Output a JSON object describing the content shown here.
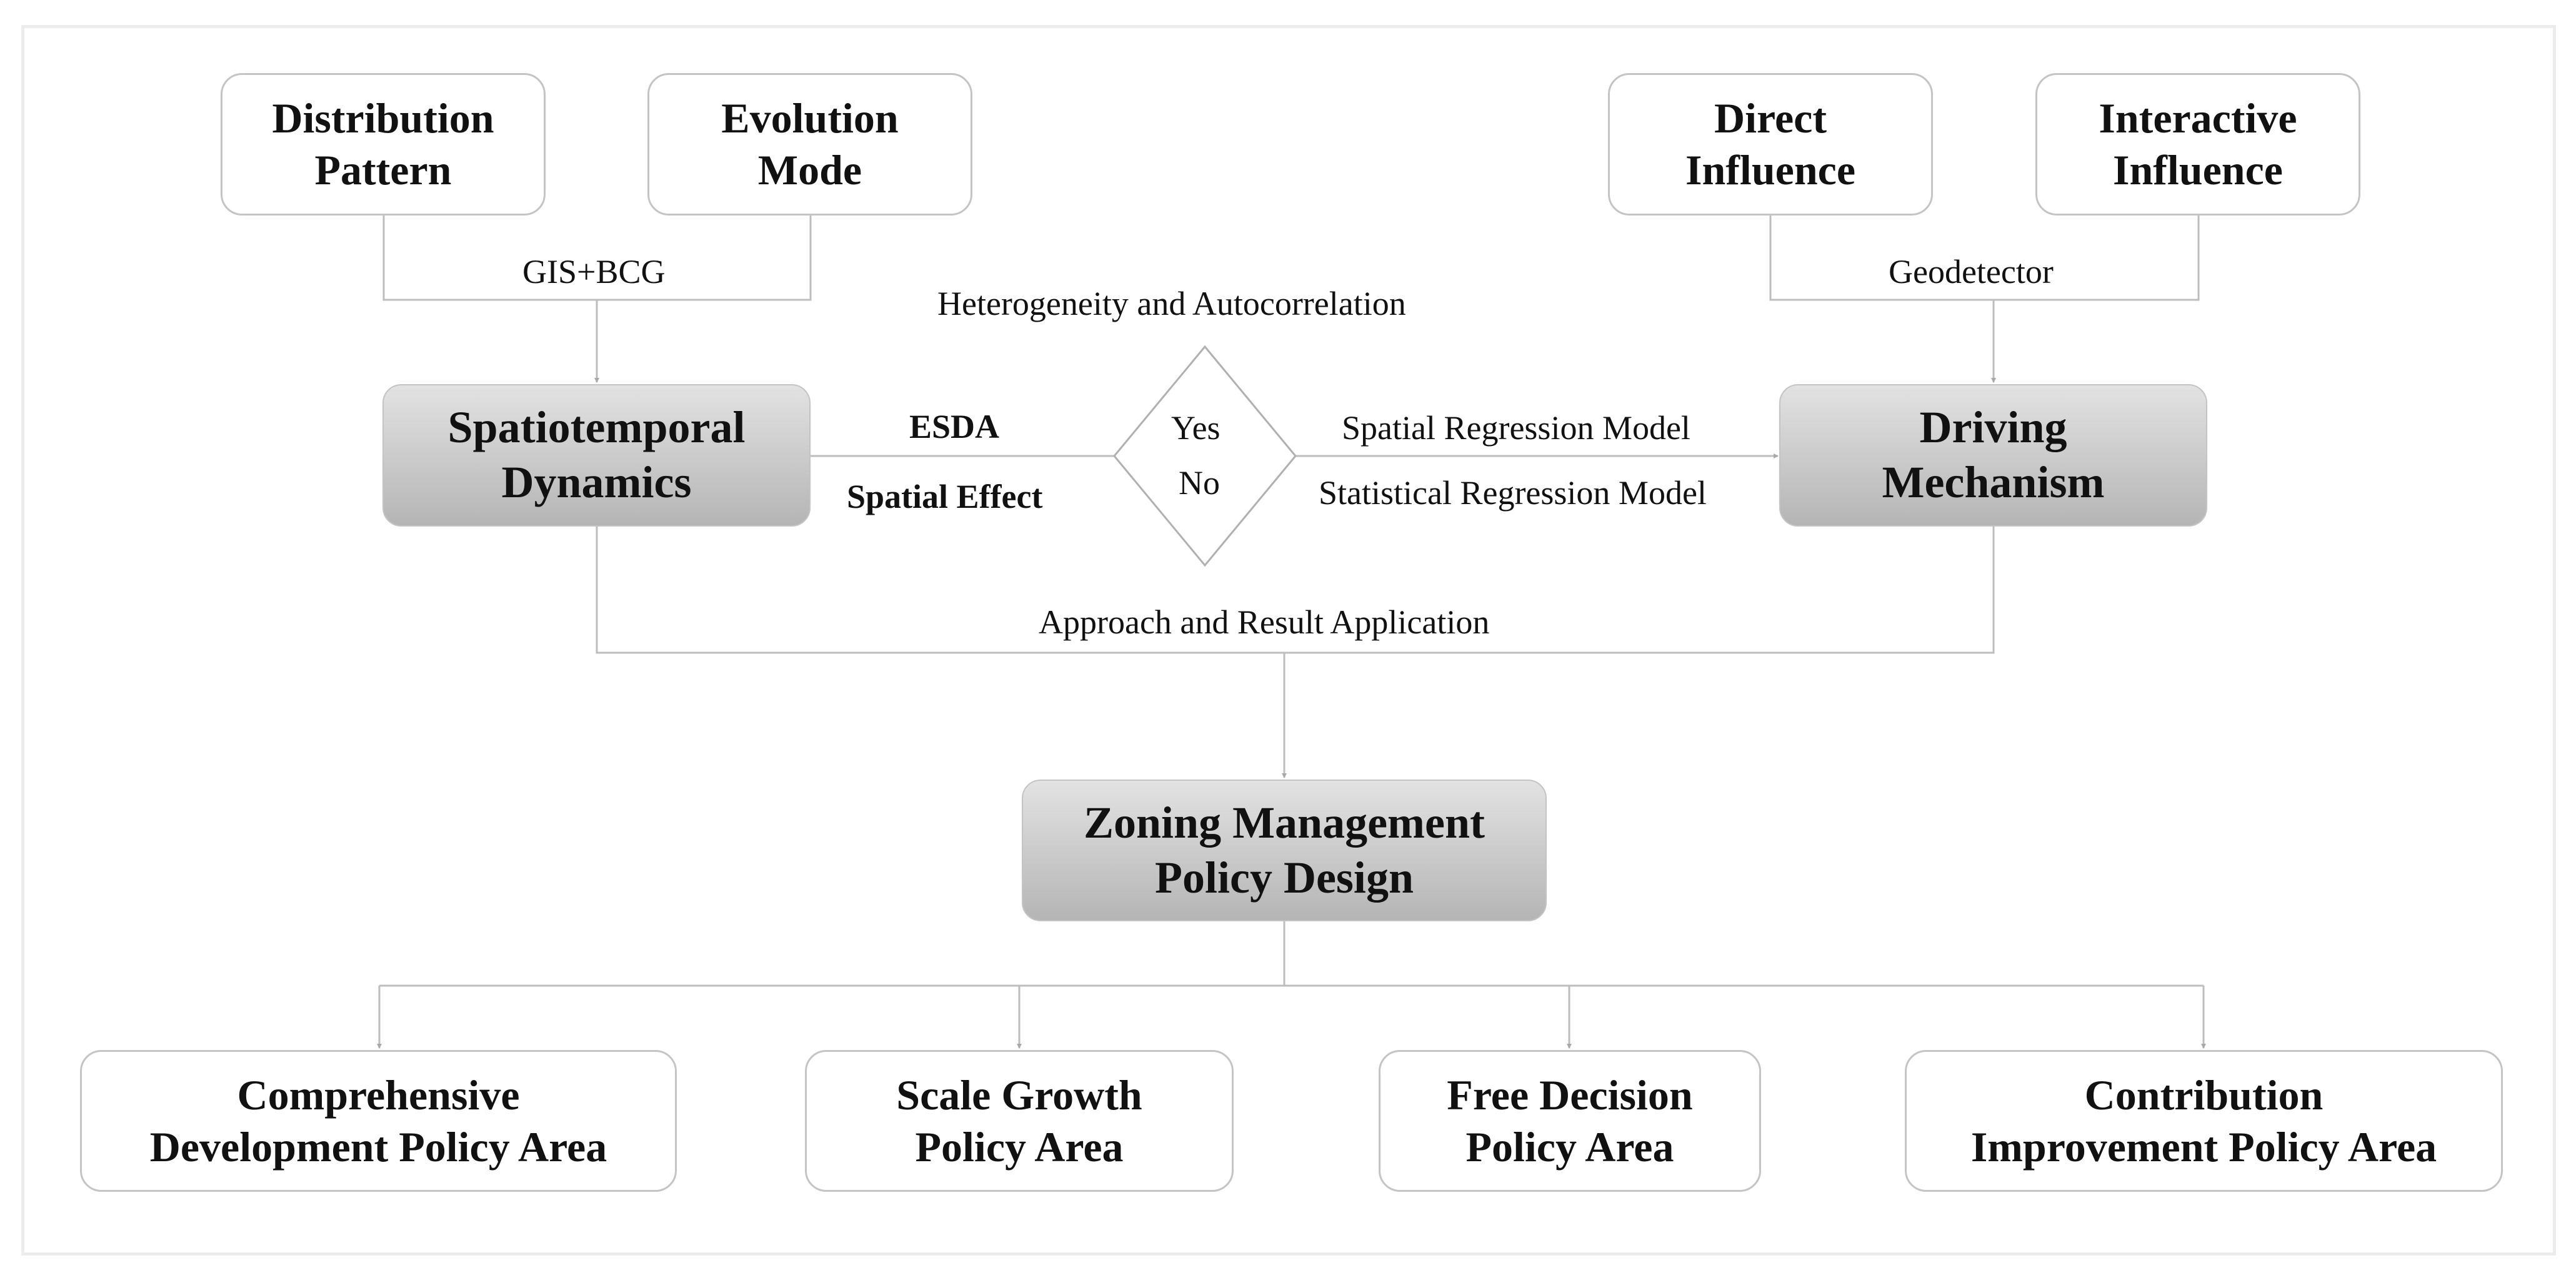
{
  "top_left": {
    "distribution_pattern": "Distribution\nPattern",
    "evolution_mode": "Evolution\nMode",
    "method_label": "GIS+BCG"
  },
  "top_right": {
    "direct_influence": "Direct\nInfluence",
    "interactive_influence": "Interactive\nInfluence",
    "method_label": "Geodetector"
  },
  "middle": {
    "spatiotemporal_dynamics": "Spatiotemporal\nDynamics",
    "driving_mechanism": "Driving\nMechanism",
    "decision_question": "Heterogeneity and Autocorrelation",
    "decision_yes": "Yes",
    "decision_no": "No",
    "esda_label": "ESDA",
    "spatial_effect_label": "Spatial Effect",
    "spatial_regression_label": "Spatial Regression Model",
    "statistical_regression_label": "Statistical Regression Model",
    "approach_label": "Approach and Result Application"
  },
  "center": {
    "zoning_policy_design": "Zoning Management\nPolicy Design"
  },
  "bottom": {
    "comprehensive": "Comprehensive\nDevelopment  Policy Area",
    "scale_growth": "Scale Growth\nPolicy Area",
    "free_decision": "Free Decision\nPolicy Area",
    "contribution": "Contribution\nImprovement Policy Area"
  },
  "colors": {
    "grey_box_top": "#e2e2e2",
    "grey_box_bottom": "#b5b5b5",
    "border": "#c4c4c4",
    "connector": "#bdbdbd"
  }
}
